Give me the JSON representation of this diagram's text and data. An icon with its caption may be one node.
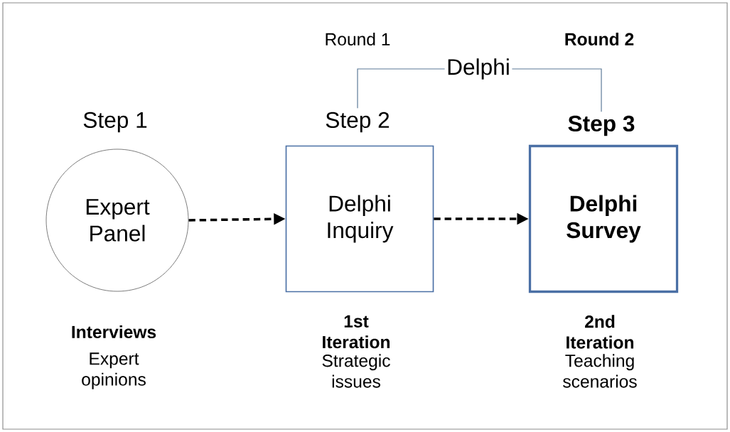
{
  "diagram": {
    "nodes": [
      {
        "text": [
          "Step 1",
          "Expert Panel"
        ],
        "beside": [
          "Interviews",
          "Expert opinions"
        ]
      },
      {
        "text": [
          "Step 2",
          "Delphi Inquiry"
        ],
        "beside": [
          "1st Iteration",
          "Strategic issues"
        ]
      },
      {
        "text": [
          "Step 3",
          "Delphi Survey"
        ],
        "beside": [
          "2nd Iteration",
          "Teaching scenarios"
        ]
      },
      {
        "text": [
          "Delphi"
        ]
      }
    ],
    "edges": [
      {
        "from": 0,
        "to": 1,
        "arrow": "to",
        "style": "dashed"
      },
      {
        "from": 1,
        "to": 2,
        "arrow": "to",
        "style": "dashed"
      },
      {
        "from": 3,
        "to": 1,
        "arrow": "none",
        "color": "#5a7896"
      },
      {
        "from": 3,
        "to": 2,
        "arrow": "none",
        "color": "#5a7896"
      }
    ],
    "labels": [
      "Round 1",
      "Round 2"
    ]
  }
}
